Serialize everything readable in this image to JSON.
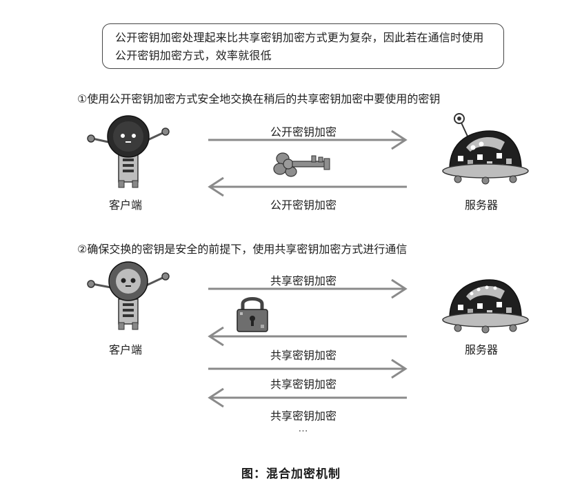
{
  "callout": {
    "text": "公开密钥加密处理起来比共享密钥加密方式更为复杂，因此若在通信时使用公开密钥加密方式，效率就很低"
  },
  "step1": {
    "title": "①使用公开密钥加密方式安全地交换在稍后的共享密钥加密中要使用的密钥",
    "client_label": "客户端",
    "server_label": "服务器",
    "arrow_top_label": "公开密钥加密",
    "arrow_bottom_label": "公开密钥加密"
  },
  "step2": {
    "title": "②确保交换的密钥是安全的前提下，使用共享密钥加密方式进行通信",
    "client_label": "客户端",
    "server_label": "服务器",
    "arrow_labels": [
      "共享密钥加密",
      "共享密钥加密",
      "共享密钥加密",
      "共享密钥加密"
    ],
    "ellipsis": "…"
  },
  "caption": "图：混合加密机制",
  "colors": {
    "arrow": "#8a8a8a",
    "robot_dark": "#2a2a2a",
    "robot_grey": "#9a9a9a",
    "key": "#8e8e8e",
    "lock_body": "#6e6e6e"
  }
}
